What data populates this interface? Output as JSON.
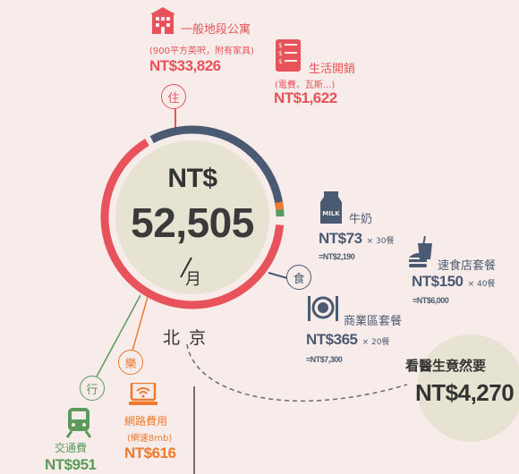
{
  "center": {
    "currency": "NT$",
    "amount": "52,505",
    "per": "月",
    "city": "北 京"
  },
  "housing": {
    "category": "住",
    "title": "一般地段公寓",
    "note": "(900平方英呎，附有家具)",
    "price": "NT$33,826"
  },
  "utilities": {
    "title": "生活開銷",
    "note": "(電費、瓦斯...)",
    "price": "NT$1,622"
  },
  "food": {
    "category": "食",
    "milk": {
      "title": "牛奶",
      "icon_label": "MILK",
      "price": "NT$73",
      "mult": "× 30餐",
      "total": "=NT$2,190"
    },
    "fastfood": {
      "title": "速食店套餐",
      "price": "NT$150",
      "mult": "× 40餐",
      "total": "=NT$6,000"
    },
    "business": {
      "title": "商業區套餐",
      "price": "NT$365",
      "mult": "× 20餐",
      "total": "=NT$7,300"
    }
  },
  "doctor": {
    "title": "看醫生竟然要",
    "price": "NT$4,270"
  },
  "transport": {
    "category": "行",
    "title": "交通費",
    "price": "NT$951"
  },
  "leisure": {
    "category": "樂",
    "title": "網路費用",
    "note": "(網速8mb)",
    "price": "NT$616"
  },
  "colors": {
    "background": "#f7ece9",
    "housing_red": "#e8525a",
    "food_slate": "#4a5a73",
    "transport_green": "#5a9a5a",
    "leisure_orange": "#ee7a2e",
    "inner_circle": "#e6e3d2",
    "doctor_bubble": "#e6e3d2"
  }
}
